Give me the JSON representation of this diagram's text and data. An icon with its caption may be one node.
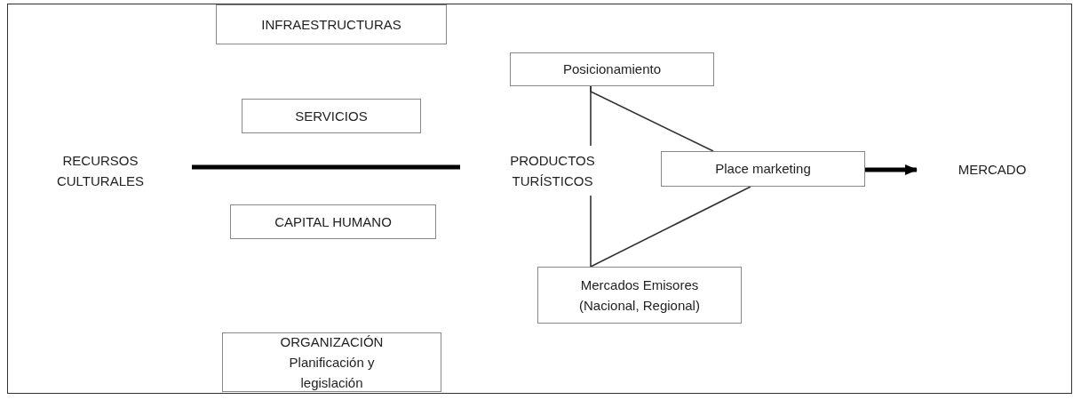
{
  "diagram": {
    "nodes": [
      {
        "text": [
          "INFRAESTRUCTURAS"
        ]
      },
      {
        "text": [
          "Posicionamiento"
        ]
      },
      {
        "text": [
          "SERVICIOS"
        ]
      },
      {
        "text": [
          "RECURSOS CULTURALES"
        ]
      },
      {
        "text": [
          "PRODUCTOS TURÍSTICOS"
        ]
      },
      {
        "text": [
          "Place marketing"
        ]
      },
      {
        "text": [
          "MERCADO"
        ]
      },
      {
        "text": [
          "CAPITAL HUMANO"
        ]
      },
      {
        "text": [
          "Mercados Emisores (Nacional, Regional)"
        ]
      },
      {
        "text": [
          "ORGANIZACIÓN",
          "Planificación y legislación"
        ]
      }
    ],
    "edges": [
      {
        "from": 3,
        "to": 4,
        "arrow": "none",
        "style": "thick"
      },
      {
        "from": 1,
        "to": 4,
        "arrow": "none"
      },
      {
        "from": 4,
        "to": 8,
        "arrow": "none"
      },
      {
        "from": 1,
        "to": 5,
        "arrow": "none"
      },
      {
        "from": 8,
        "to": 5,
        "arrow": "none"
      },
      {
        "from": 5,
        "to": 6,
        "arrow": "to",
        "style": "thick"
      }
    ]
  }
}
